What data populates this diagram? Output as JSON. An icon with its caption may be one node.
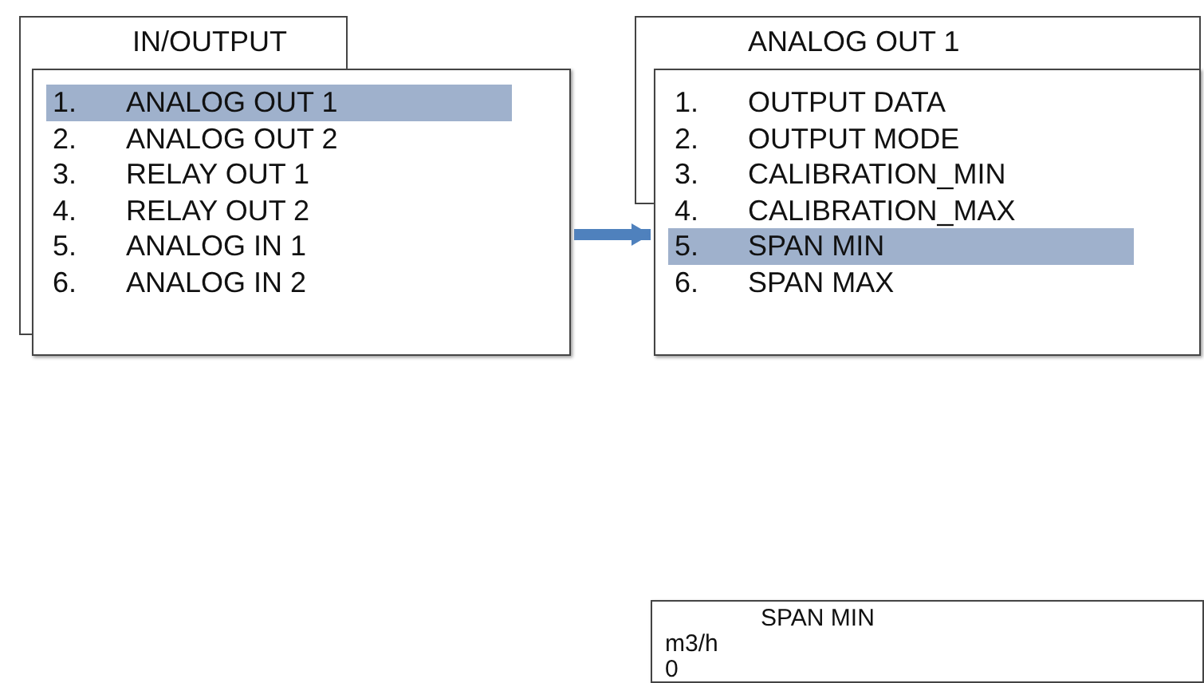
{
  "diagram": {
    "nodes": [
      {
        "text": [
          "IN/OUTPUT"
        ]
      },
      {
        "text": [],
        "shape": "box"
      },
      {
        "text": [
          "1.",
          "ANALOG OUT 1"
        ],
        "in": 1
      },
      {
        "text": [
          "2.",
          "ANALOG OUT 2"
        ],
        "in": 1
      },
      {
        "text": [
          "3.",
          "RELAY OUT 1"
        ],
        "in": 1
      },
      {
        "text": [
          "4.",
          "RELAY OUT 2"
        ],
        "in": 1
      },
      {
        "text": [
          "5.",
          "ANALOG IN 1"
        ],
        "in": 1
      },
      {
        "text": [
          "6.",
          "ANALOG IN 2"
        ],
        "in": 1
      },
      {
        "text": [
          "ANALOG OUT 1"
        ]
      },
      {
        "text": [],
        "shape": "box"
      },
      {
        "text": [
          "1.",
          "OUTPUT DATA"
        ],
        "in": 9
      },
      {
        "text": [
          "2.",
          "OUTPUT MODE"
        ],
        "in": 9
      },
      {
        "text": [
          "3.",
          "CALIBRATION_MIN"
        ],
        "in": 9
      },
      {
        "text": [
          "4.",
          "CALIBRATION_MAX"
        ],
        "in": 9
      },
      {
        "text": [
          "5.",
          "SPAN MIN"
        ],
        "in": 9
      },
      {
        "text": [
          "6.",
          "SPAN MAX"
        ],
        "in": 9
      },
      {
        "text": [
          "SPAN MIN",
          "m3/h",
          "0"
        ]
      }
    ],
    "edges": [
      {
        "from": 1,
        "to": 9,
        "arrow": "to",
        "color": "#4f81bd"
      }
    ]
  }
}
